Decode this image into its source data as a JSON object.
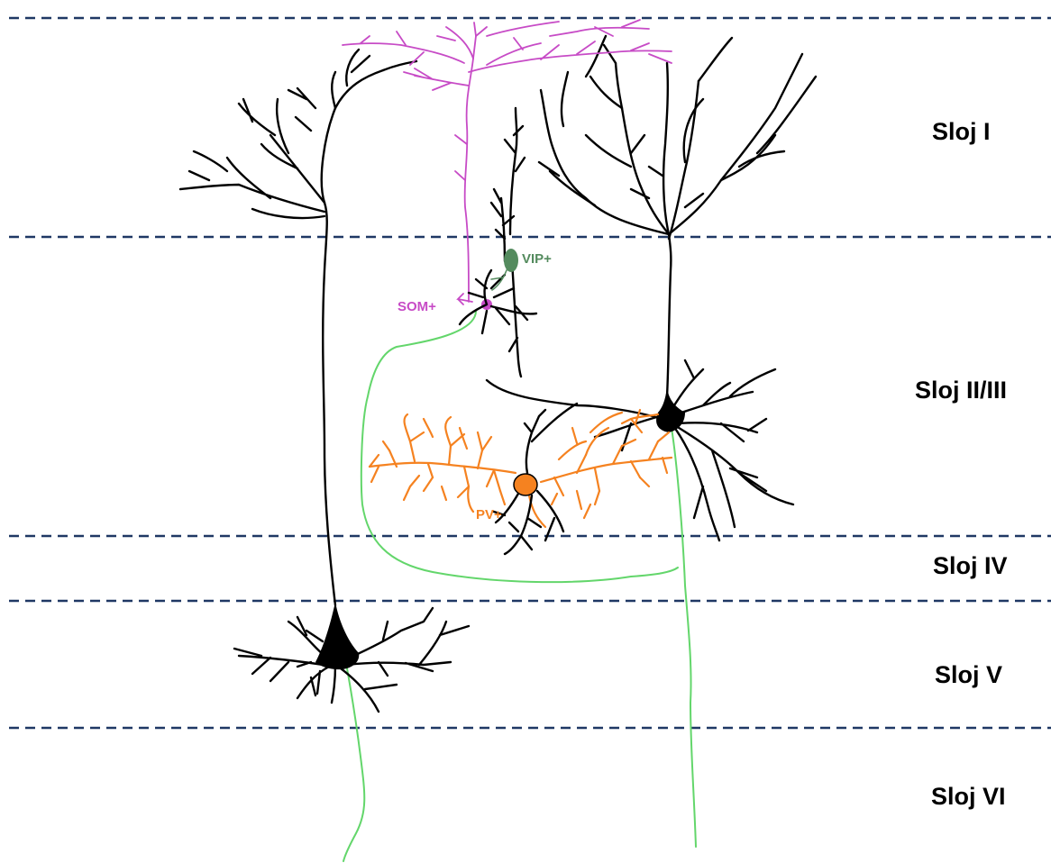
{
  "layers": [
    {
      "id": "layer-1",
      "label": "Sloj I"
    },
    {
      "id": "layer-2-3",
      "label": "Sloj II/III"
    },
    {
      "id": "layer-4",
      "label": "Sloj IV"
    },
    {
      "id": "layer-5",
      "label": "Sloj V"
    },
    {
      "id": "layer-6",
      "label": "Sloj VI"
    }
  ],
  "cells": {
    "vip": {
      "label": "VIP+",
      "color": "#548b5e"
    },
    "som": {
      "label": "SOM+",
      "color": "#c74bc6"
    },
    "pv": {
      "label": "PV+",
      "color": "#f58220"
    }
  },
  "colors": {
    "pyramidal": "#000000",
    "axon": "#63d66b",
    "boundary": "#1f3864"
  }
}
